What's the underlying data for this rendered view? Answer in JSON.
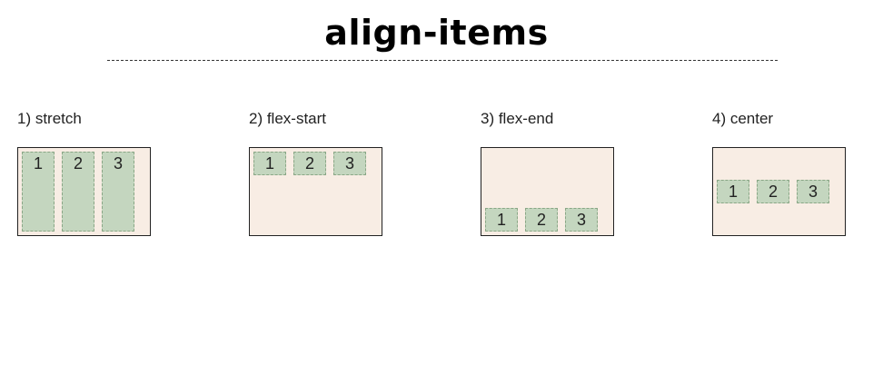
{
  "title": "align-items",
  "examples": [
    {
      "label": "1) stretch",
      "items": [
        "1",
        "2",
        "3"
      ]
    },
    {
      "label": "2) flex-start",
      "items": [
        "1",
        "2",
        "3"
      ]
    },
    {
      "label": "3) flex-end",
      "items": [
        "1",
        "2",
        "3"
      ]
    },
    {
      "label": "4) center",
      "items": [
        "1",
        "2",
        "3"
      ]
    }
  ],
  "colors": {
    "container_bg": "#f8ede4",
    "item_bg": "#c4d6bf",
    "item_border": "#8aa786"
  }
}
